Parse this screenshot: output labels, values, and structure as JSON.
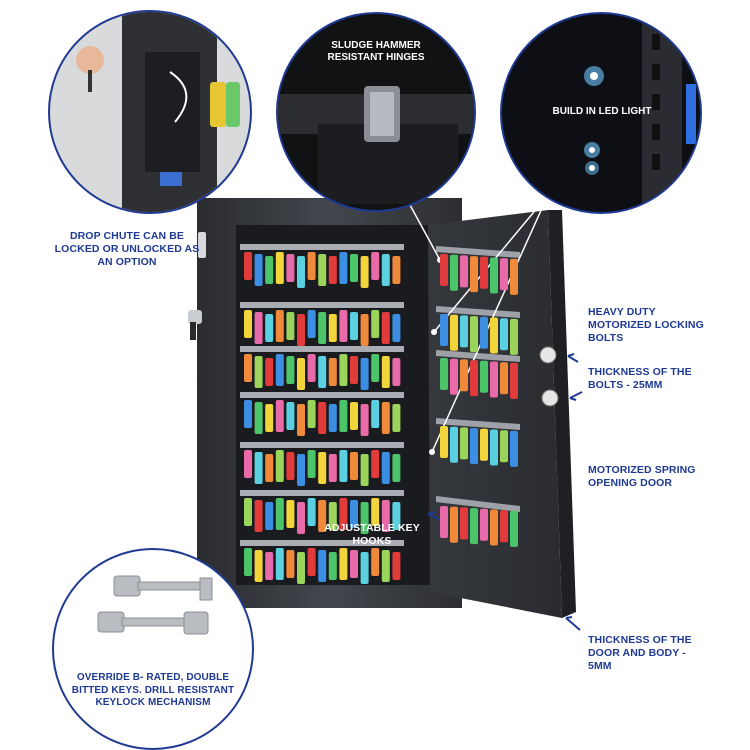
{
  "labels": {
    "drop_chute": "DROP CHUTE CAN BE LOCKED OR UNLOCKED AS AN OPTION",
    "hinges": "SLUDGE HAMMER RESISTANT HINGES",
    "led": "BUILD IN LED LIGHT",
    "locking_bolts": "HEAVY DUTY MOTORIZED LOCKING BOLTS",
    "bolt_thickness": "THICKNESS OF THE BOLTS - 25mm",
    "spring_door": "MOTORIZED SPRING OPENING DOOR",
    "key_hooks": "ADJUSTABLE KEY HOOKS",
    "door_thickness": "THICKNESS OF THE DOOR AND BODY - 5mm",
    "override_keys": "OVERRIDE B- RATED, DOUBLE BITTED KEYS. DRILL RESISTANT KEYLOCK MECHANISM"
  },
  "colors": {
    "accent": "#1f3a93",
    "cabinet": "#3c3f44",
    "cabinet_dark": "#24262a",
    "tag_colors": [
      "#e23b3b",
      "#3b8ee2",
      "#4cc46a",
      "#f2d43b",
      "#e86aa8",
      "#5ad0e0",
      "#f08a3a",
      "#9ad45a"
    ]
  }
}
